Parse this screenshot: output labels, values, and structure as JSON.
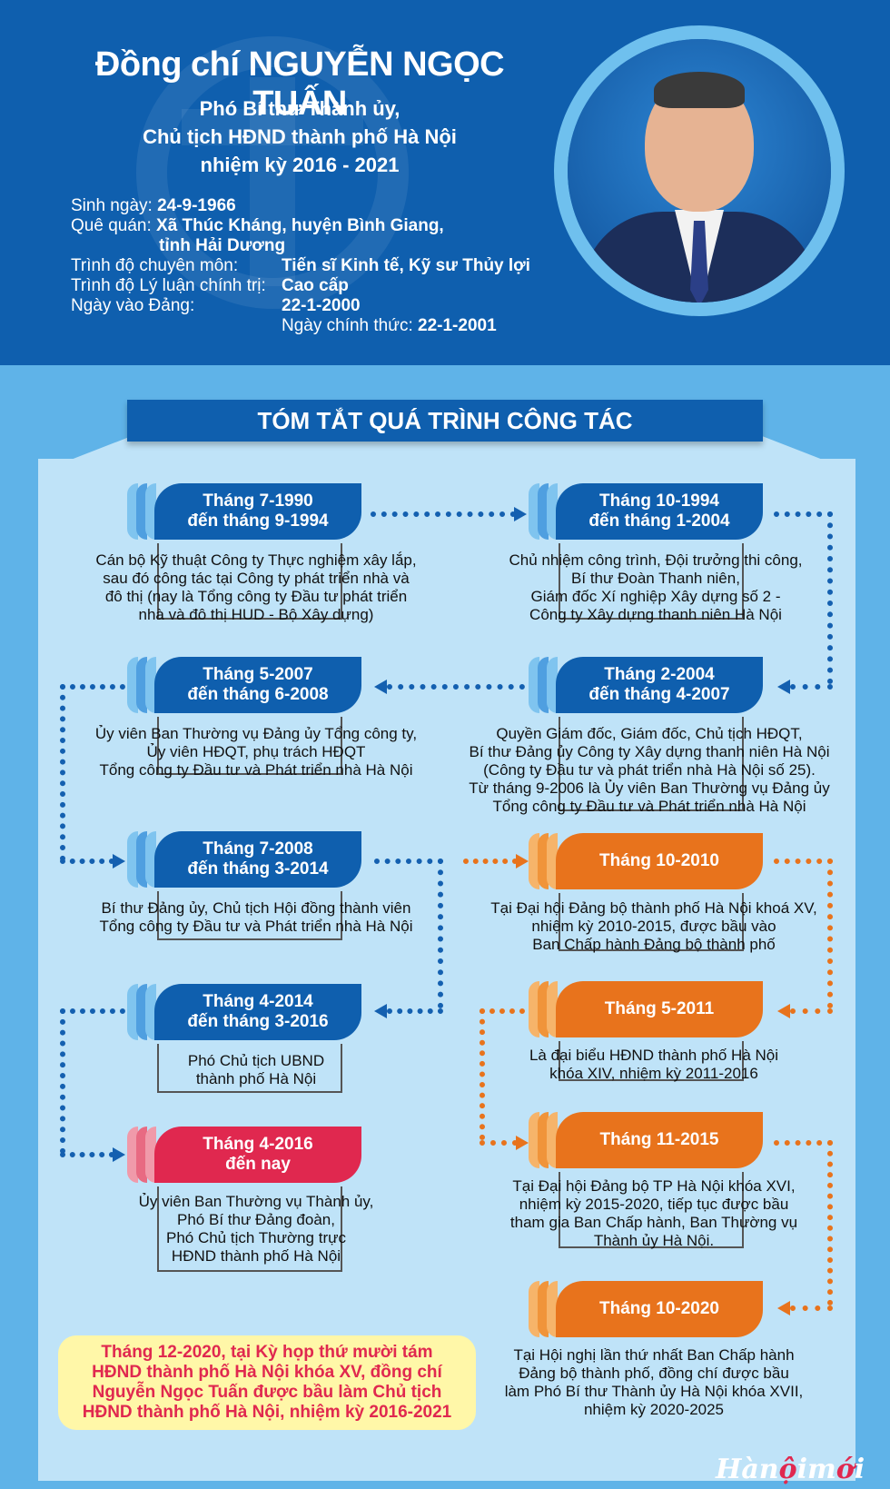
{
  "header": {
    "name": "Đồng chí NGUYỄN NGỌC TUẤN",
    "subtitle_lines": [
      "Phó Bí thư Thành ủy,",
      "Chủ tịch HĐND thành phố Hà Nội",
      "nhiệm kỳ 2016 - 2021"
    ],
    "info": {
      "birth_label": "Sinh ngày:",
      "birth_value": "24-9-1966",
      "hometown_label": "Quê quán:",
      "hometown_value_1": "Xã Thúc Kháng, huyện Bình Giang,",
      "hometown_value_2": "tỉnh Hải Dương",
      "degree_label": "Trình độ chuyên môn:",
      "degree_value": "Tiến sĩ Kinh tế, Kỹ sư Thủy lợi",
      "theory_label": "Trình độ Lý luận chính trị:",
      "theory_value": "Cao cấp",
      "party_label": "Ngày vào Đảng:",
      "party_value": "22-1-2000",
      "official_label": "Ngày chính thức:",
      "official_value": "22-1-2001"
    }
  },
  "section_title": "TÓM TẮT QUÁ TRÌNH CÔNG TÁC",
  "timeline": [
    {
      "period": [
        "Tháng 7-1990",
        "đến tháng 9-1994"
      ],
      "desc": [
        "Cán bộ Kỹ thuật Công ty Thực nghiệm xây lắp,",
        "sau đó công tác tại Công ty phát triển nhà và",
        "đô thị (nay là Tổng công ty Đầu tư phát triển",
        "nhà và đô thị HUD - Bộ Xây dựng)"
      ]
    },
    {
      "period": [
        "Tháng 10-1994",
        "đến tháng 1-2004"
      ],
      "desc": [
        "Chủ nhiệm công trình, Đội trưởng thi công,",
        "Bí thư Đoàn Thanh niên,",
        "Giám đốc Xí nghiệp Xây dựng số 2 -",
        "Công ty Xây dựng thanh niên Hà Nội"
      ]
    },
    {
      "period": [
        "Tháng 2-2004",
        "đến tháng 4-2007"
      ],
      "desc": [
        "Quyền Giám đốc, Giám đốc, Chủ tịch HĐQT,",
        "Bí thư Đảng ủy Công ty Xây dựng thanh niên Hà Nội",
        "(Công ty Đầu tư và phát triển nhà Hà Nội số 25).",
        "Từ tháng 9-2006 là Ủy viên Ban Thường vụ Đảng ủy",
        "Tổng công ty Đầu tư và Phát triển nhà Hà Nội"
      ]
    },
    {
      "period": [
        "Tháng 5-2007",
        "đến tháng 6-2008"
      ],
      "desc": [
        "Ủy viên Ban Thường vụ Đảng ủy Tổng công ty,",
        "Ủy viên HĐQT, phụ trách HĐQT",
        "Tổng công ty Đầu tư và Phát triển nhà Hà Nội"
      ]
    },
    {
      "period": [
        "Tháng 7-2008",
        "đến tháng 3-2014"
      ],
      "desc": [
        "Bí thư Đảng ủy, Chủ tịch Hội đồng thành viên",
        "Tổng công ty Đầu tư và Phát triển nhà Hà Nội"
      ]
    },
    {
      "period": [
        "Tháng 4-2014",
        "đến tháng 3-2016"
      ],
      "desc": [
        "Phó Chủ tịch UBND",
        "thành phố Hà Nội"
      ]
    },
    {
      "period": [
        "Tháng 4-2016",
        "đến nay"
      ],
      "desc": [
        "Ủy viên Ban Thường vụ Thành ủy,",
        "Phó Bí thư Đảng đoàn,",
        "Phó Chủ tịch Thường trực",
        "HĐND thành phố Hà Nội"
      ]
    },
    {
      "period": [
        "Tháng 10-2010"
      ],
      "desc": [
        "Tại Đại hội Đảng bộ thành phố Hà Nội khoá XV,",
        "nhiệm kỳ 2010-2015, được bầu vào",
        "Ban Chấp hành Đảng bộ thành phố"
      ]
    },
    {
      "period": [
        "Tháng 5-2011"
      ],
      "desc": [
        "Là đại biểu HĐND thành phố Hà Nội",
        "khóa XIV, nhiệm kỳ 2011-2016"
      ]
    },
    {
      "period": [
        "Tháng 11-2015"
      ],
      "desc": [
        "Tại Đại hội Đảng bộ TP Hà Nội khóa XVI,",
        "nhiệm kỳ 2015-2020, tiếp tục được bầu",
        "tham gia Ban Chấp hành, Ban Thường vụ",
        "Thành ủy Hà Nội."
      ]
    },
    {
      "period": [
        "Tháng 10-2020"
      ],
      "desc": [
        "Tại Hội nghị lần thứ nhất Ban Chấp hành",
        "Đảng bộ thành phố, đồng chí được bầu",
        "làm Phó Bí thư Thành ủy Hà Nội khóa XVII,",
        "nhiệm kỳ 2020-2025"
      ]
    }
  ],
  "final_note": [
    "Tháng 12-2020, tại Kỳ họp thứ mười tám",
    "HĐND thành phố Hà Nội khóa XV, đồng chí",
    "Nguyễn Ngọc Tuấn được bầu làm Chủ tịch",
    "HĐND thành phố Hà Nội, nhiệm kỳ 2016-2021"
  ],
  "logo": {
    "part1": "Hàn",
    "part2": "ộ",
    "part3": "im",
    "part4": "ớ",
    "part5": "i"
  },
  "colors": {
    "header_blue": "#0f5fae",
    "orange": "#e8731c",
    "red": "#e0284f",
    "panel": "#bfe3f8"
  }
}
